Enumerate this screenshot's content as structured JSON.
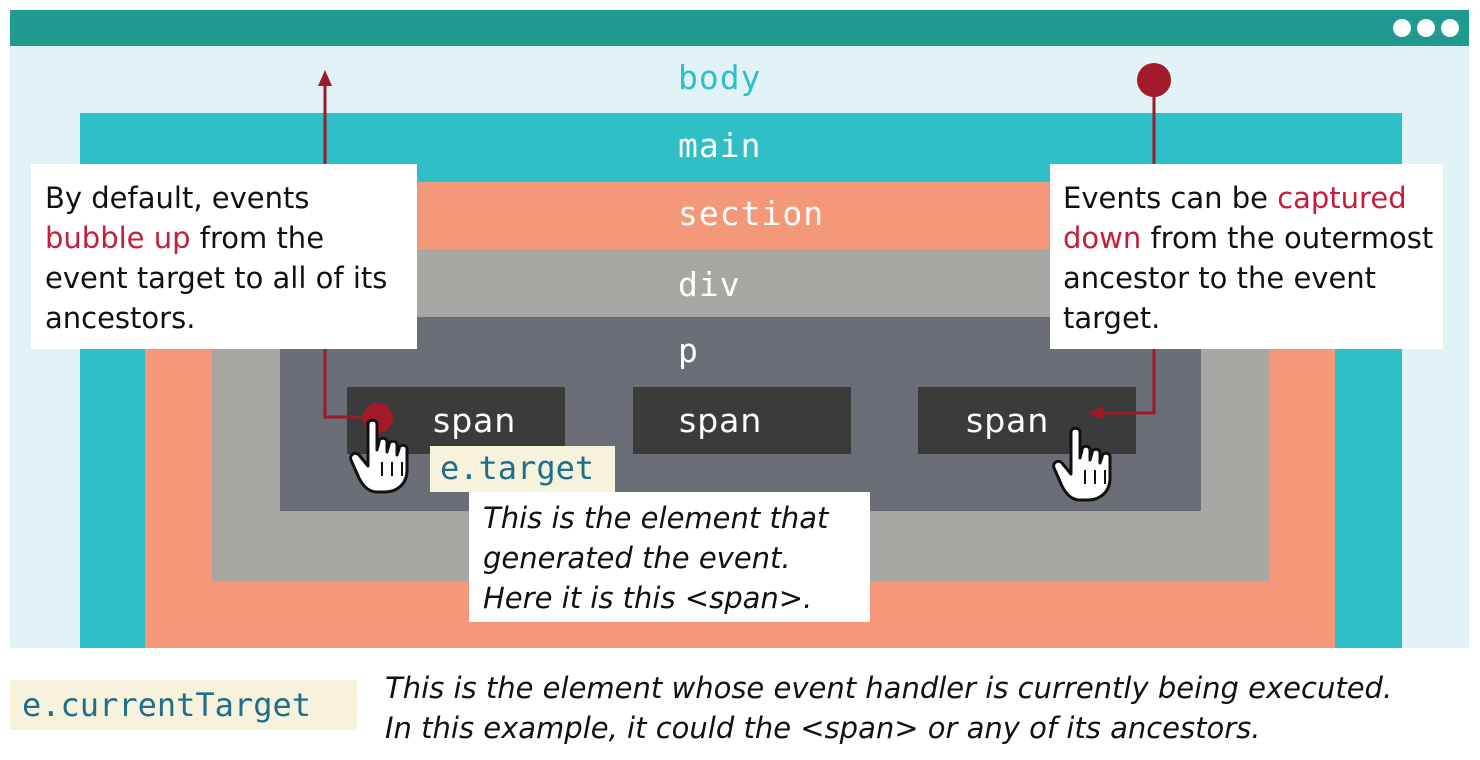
{
  "window": {
    "menu_icon": "more-dots-icon"
  },
  "elements": {
    "body": "body",
    "main": "main",
    "section": "section",
    "div": "div",
    "p": "p",
    "spans": [
      "span",
      "span",
      "span"
    ]
  },
  "bubble_callout": {
    "before": "By default, events ",
    "highlight": "bubble up",
    "after": " from the event target to all of its ancestors."
  },
  "capture_callout": {
    "before": "Events can be ",
    "highlight": "captured down",
    "after": " from the outermost ancestor to the event target."
  },
  "target": {
    "label": "e.target",
    "description_lines": [
      "This is the element that",
      "generated the event.",
      "Here it is this <span>."
    ]
  },
  "current_target": {
    "label": "e.currentTarget",
    "description_lines": [
      "This is the element whose event handler is currently being executed.",
      "In this example, it could the <span> or any of its ancestors."
    ]
  },
  "colors": {
    "titlebar": "#1e9b8e",
    "body": "#e2f3f8",
    "main": "#2fbfc7",
    "section": "#f5987a",
    "div": "#a8a7a4",
    "p": "#6b6e77",
    "span": "#3b3b3c",
    "arrow": "#9b1b2a",
    "highlight": "#c41e3a"
  },
  "icons": {
    "bubble_arrow": "arrow-up-icon",
    "capture_start": "red-dot-icon",
    "cursor": "hand-pointer-icon"
  }
}
